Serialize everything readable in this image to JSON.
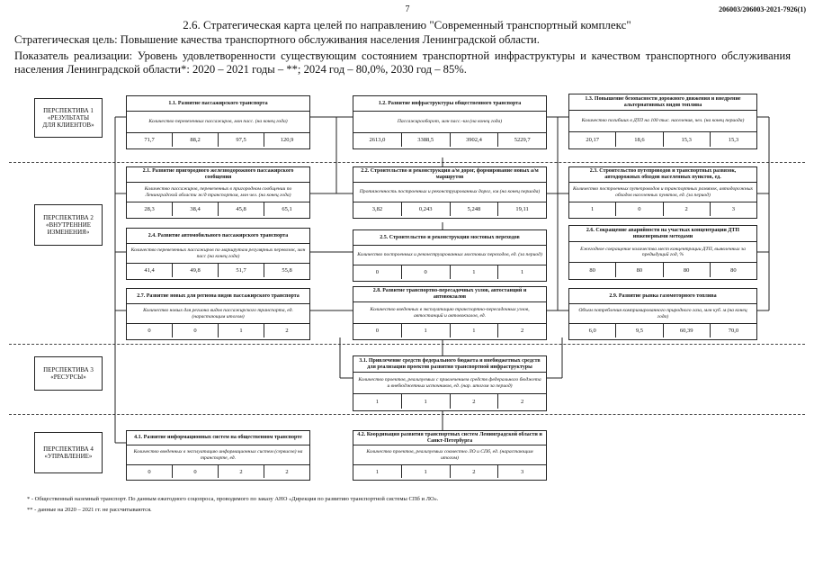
{
  "page_number": "7",
  "doc_id": "206003/206003-2021-7926(1)",
  "title": "2.6. Стратегическая карта целей по направлению \"Современный транспортный комплекс\"",
  "strategic_goal": "Стратегическая цель: Повышение качества транспортного обслуживания населения Ленинградской области.",
  "indicator": "Показатель реализации: Уровень удовлетворенности существующим состоянием транспортной инфраструктуры и качеством транспортного обслуживания населения Ленинградской области*:  2020 – 2021 годы – **; 2024 год – 80,0%, 2030 год – 85%.",
  "perspectives": [
    "ПЕРСПЕКТИВА 1\n«РЕЗУЛЬТАТЫ\nДЛЯ КЛИЕНТОВ»",
    "ПЕРСПЕКТИВА 2\n«ВНУТРЕННИЕ\nИЗМЕНЕНИЯ»",
    "ПЕРСПЕКТИВА 3\n«РЕСУРСЫ»",
    "ПЕРСПЕКТИВА 4\n«УПРАВЛЕНИЕ»"
  ],
  "goals": [
    {
      "title": "1.1. Развитие пассажирского транспорта",
      "indicator": "Количество перевезенных пассажиров, млн пасс. (на конец года)",
      "values": [
        "71,7",
        "88,2",
        "97,5",
        "120,9"
      ]
    },
    {
      "title": "1.2. Развитие инфраструктуры общественного транспорта",
      "indicator": "Пассажирооборот, млн пасс.-км (на конец года)",
      "values": [
        "2613,0",
        "3388,5",
        "3902,4",
        "5229,7"
      ]
    },
    {
      "title": "1.3. Повышение безопасности дорожного движения и внедрение альтернативных видов топлива",
      "indicator": "Количество погибших в ДТП на 100 тыс. населения, чел. (на конец периода)",
      "values": [
        "20,17",
        "18,6",
        "15,3",
        "15,3"
      ]
    },
    {
      "title": "2.1. Развитие пригородного железнодорожного пассажирского сообщения",
      "indicator": "Количество пассажиров, перевезенных в пригородном сообщении по Ленинградской области ж/д транспортом, млн чел. (на конец года)",
      "values": [
        "28,3",
        "38,4",
        "45,8",
        "65,1"
      ]
    },
    {
      "title": "2.2. Строительство и реконструкция а/м дорог, формирование новых а/м маршрутов",
      "indicator": "Протяженность построенных и реконструированных дорог, км (на конец периода)",
      "values": [
        "3,82",
        "0,243",
        "5,248",
        "19,11"
      ]
    },
    {
      "title": "2.3. Строительство путепроводов и транспортных развязок, автодорожных обходов населенных пунктов, ед.",
      "indicator": "Количество построенных путепроводов и транспортных развязок, автодорожных обходов населенных пунктов, ед. (за период)",
      "values": [
        "1",
        "0",
        "2",
        "3"
      ]
    },
    {
      "title": "2.4. Развитие автомобильного пассажирского транспорта",
      "indicator": "Количество перевезенных пассажиров по маршрутам регулярных перевозок, млн пасс (на конец года)",
      "values": [
        "41,4",
        "49,8",
        "51,7",
        "55,8"
      ]
    },
    {
      "title": "2.5. Строительство и реконструкция мостовых переходов",
      "indicator": "Количество построенных и реконструированных мостовых переходов, ед. (за период)",
      "values": [
        "0",
        "0",
        "1",
        "1"
      ]
    },
    {
      "title": "2.6. Сокращение аварийности на участках концентрации ДТП инженерными методами",
      "indicator": "Ежегодное сокращение количества мест концентрации ДТП, выявленных за предыдущий год, %",
      "values": [
        "80",
        "80",
        "80",
        "80"
      ]
    },
    {
      "title": "2.7. Развитие новых для региона видов пассажирского транспорта",
      "indicator": "Количество новых для региона видов пассажирского транспорта, ед. (нарастающим итогом)",
      "values": [
        "0",
        "0",
        "1",
        "2"
      ]
    },
    {
      "title": "2.8. Развитие транспортно-пересадочных узлов, автостанций и автовокзалов",
      "indicator": "Количество введенных в эксплуатацию транспортно-пересадочных узлов, автостанций и автовокзалов, ед.",
      "values": [
        "0",
        "1",
        "1",
        "2"
      ]
    },
    {
      "title": "2.9. Развитие рынка газомоторного топлива",
      "indicator": "Объем потребления компримированного природного газа, млн куб. м (на конец года)",
      "values": [
        "6,0",
        "9,5",
        "60,39",
        "70,0"
      ]
    },
    {
      "title": "3.1. Привлечение средств федерального бюджета и внебюджетных средств для реализации проектов развития транспортной инфраструктуры",
      "indicator": "Количество проектов, реализуемых с привлечением средств федерального бюджета и внебюджетных источников, ед. (нар. итогом за период)",
      "values": [
        "1",
        "1",
        "2",
        "2"
      ]
    },
    {
      "title": "4.1. Развитие информационных систем на общественном транспорте",
      "indicator": "Количество введенных в эксплуатацию информационных систем (сервисов) на транспорте, ед.",
      "values": [
        "0",
        "0",
        "2",
        "2"
      ]
    },
    {
      "title": "4.2. Координация развития транспортных систем Ленинградской области и Санкт-Петербурга",
      "indicator": "Количество проектов, реализуемых совместно ЛО и СПб, ед. (нарастающим итогом)",
      "values": [
        "1",
        "1",
        "2",
        "3"
      ]
    }
  ],
  "footnotes": [
    "* - Общественный наземный транспорт. По данным ежегодного соцопроса, проводимого по заказу АНО «Дирекция по развитию транспортной системы СПб и ЛО».",
    "** - данные на 2020 – 2021 гг. не рассчитываются."
  ]
}
